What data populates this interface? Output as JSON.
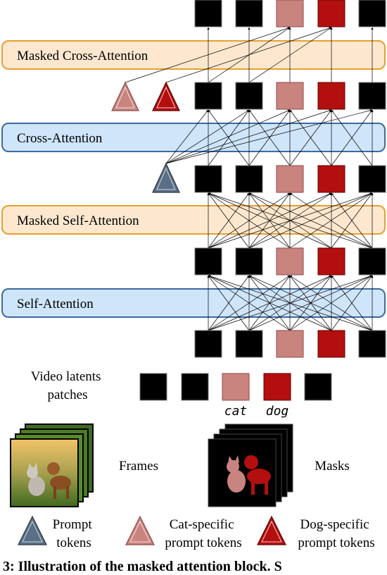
{
  "bands": {
    "masked_cross_attention": "Masked Cross-Attention",
    "cross_attention": "Cross-Attention",
    "masked_self_attention": "Masked Self-Attention",
    "self_attention": "Self-Attention"
  },
  "latents_label": "Video latents\npatches",
  "latent_tags": {
    "cat": "cat",
    "dog": "dog"
  },
  "frames_label": "Frames",
  "masks_label": "Masks",
  "legend": {
    "prompt": "Prompt\ntokens",
    "cat_specific": "Cat-specific\nprompt tokens",
    "dog_specific": "Dog-specific\nprompt tokens"
  },
  "caption": "3: Illustration of the masked attention block. S",
  "colors": {
    "black_patch": "#000000",
    "cat_patch": "#c98480",
    "dog_patch": "#b30f0f",
    "prompt_token": "#5a6f85",
    "orange_band_fill": "#fde8cf",
    "orange_band_stroke": "#e6a02e",
    "blue_band_fill": "#cfe5f9",
    "blue_band_stroke": "#3b6aa0"
  }
}
